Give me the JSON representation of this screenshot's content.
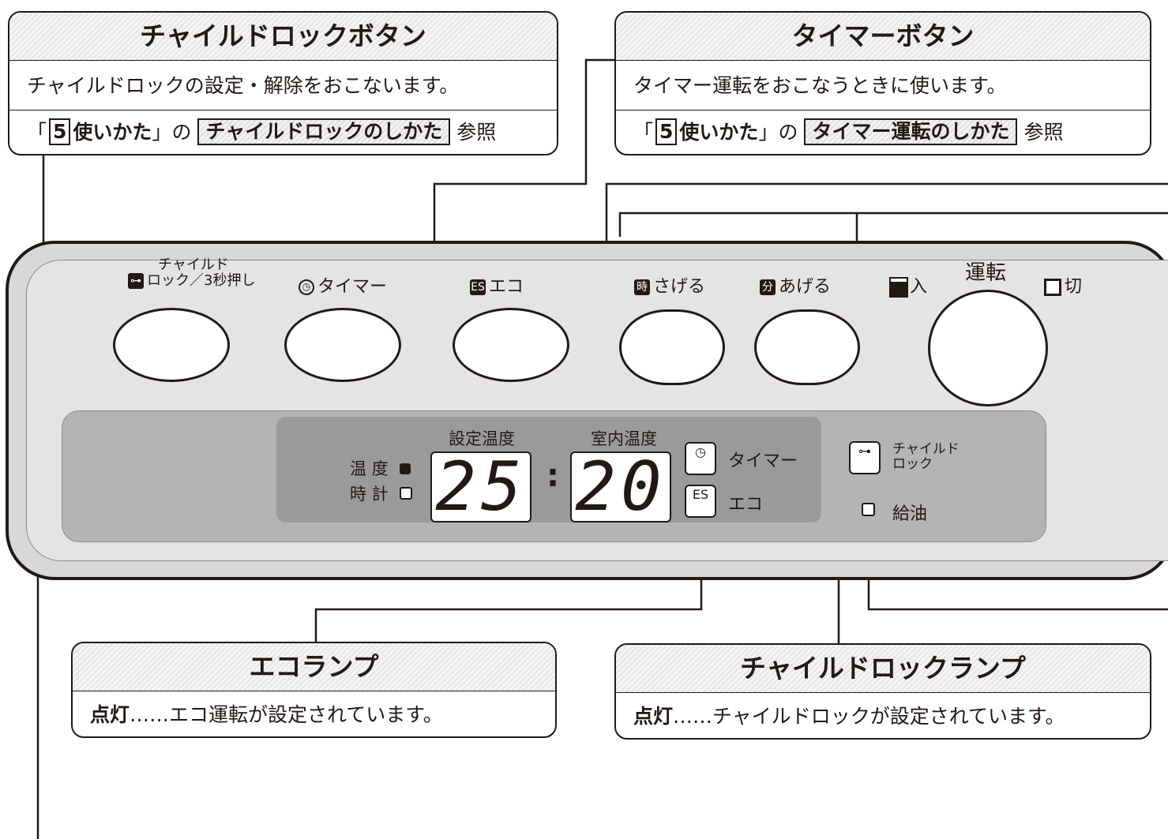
{
  "callouts": {
    "child_lock_button": {
      "title": "チャイルドロックボタン",
      "desc": "チャイルドロックの設定・解除をおこないます。",
      "ref_open": "「",
      "ref_num": "5",
      "ref_section": "使いかた",
      "ref_close": "」の",
      "ref_link": "チャイルドロックのしかた",
      "ref_suffix": "参照"
    },
    "timer_button": {
      "title": "タイマーボタン",
      "desc": "タイマー運転をおこなうときに使います。",
      "ref_open": "「",
      "ref_num": "5",
      "ref_section": "使いかた",
      "ref_close": "」の",
      "ref_link": "タイマー運転のしかた",
      "ref_suffix": "参照"
    },
    "eco_lamp": {
      "title": "エコランプ",
      "state": "点灯",
      "desc": "……エコ運転が設定されています。"
    },
    "child_lock_lamp": {
      "title": "チャイルドロックランプ",
      "state": "点灯",
      "desc": "……チャイルドロックが設定されています。"
    }
  },
  "panel": {
    "child_lock_label_1": "チャイルド",
    "child_lock_label_2": "ロック／3秒押し",
    "timer_label": "タイマー",
    "eco_label": "エコ",
    "hour_label": "さげる",
    "hour_icon": "時",
    "minute_label": "あげる",
    "minute_icon": "分",
    "on_label": "入",
    "run_label": "運転",
    "off_label": "切",
    "eco_icon": "ES"
  },
  "display": {
    "set_temp_label": "設定温度",
    "room_temp_label": "室内温度",
    "temp_mode": "温 度",
    "clock_mode": "時 計",
    "set_temp_value": "25",
    "room_temp_value": "20",
    "colon": ":",
    "timer_lamp_label": "タイマー",
    "eco_lamp_label": "エコ",
    "child_lamp_label_1": "チャイルド",
    "child_lamp_label_2": "ロック",
    "refuel_label": "給油"
  }
}
